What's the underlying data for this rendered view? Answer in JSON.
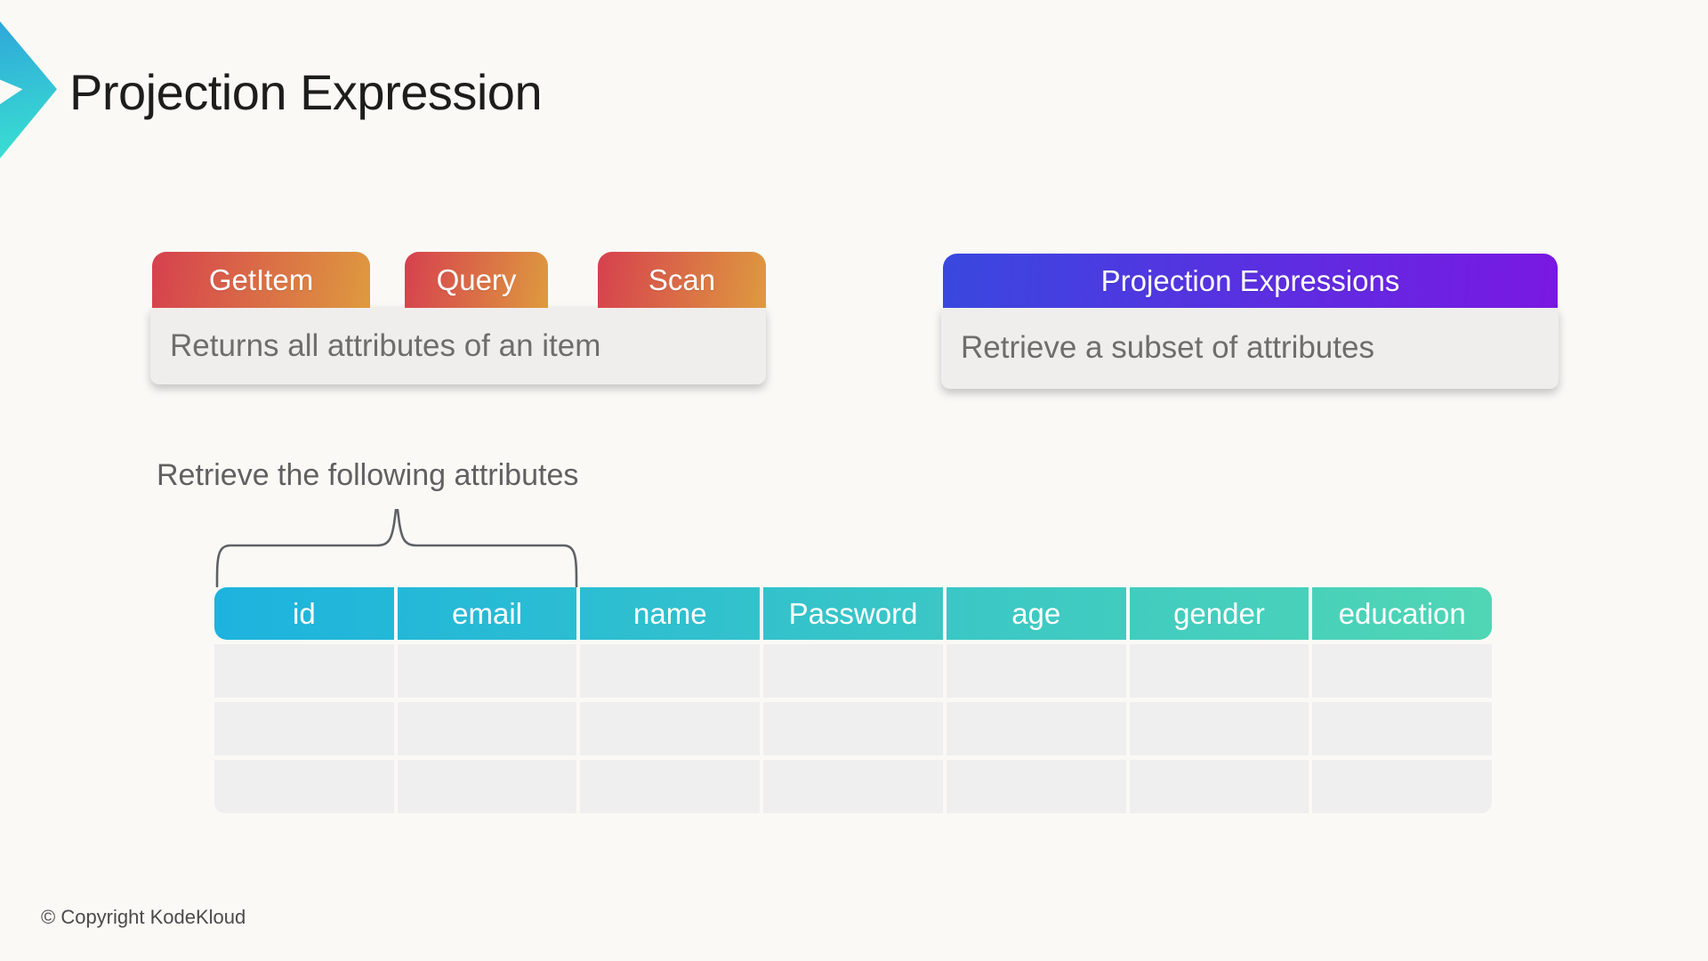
{
  "page": {
    "title": "Projection Expression",
    "footer": "© Copyright KodeKloud"
  },
  "read_operations": {
    "tabs": [
      {
        "label": "GetItem"
      },
      {
        "label": "Query"
      },
      {
        "label": "Scan"
      }
    ],
    "description": "Returns all attributes of an item"
  },
  "projection_expressions": {
    "tab_label": "Projection Expressions",
    "description": "Retrieve a subset of attributes"
  },
  "annotation": {
    "label": "Retrieve the following attributes",
    "brace_span_columns": [
      "id",
      "email"
    ]
  },
  "table": {
    "headers": [
      "id",
      "email",
      "name",
      "Password",
      "age",
      "gender",
      "education"
    ],
    "empty_row_count": 3
  },
  "icons": {
    "brand_chevron": "chevron-right-icon"
  },
  "colors": {
    "background": "#faf9f6",
    "operation_tab_gradient": [
      "#d6404e",
      "#de9a3f"
    ],
    "projection_tab_gradient": [
      "#3948df",
      "#7a18e2"
    ],
    "table_header_gradient": [
      "#1db3de",
      "#50d6b4"
    ],
    "chevron_gradient": [
      "#2fa7d9",
      "#3ae2d2"
    ],
    "card_background": "#efeeec",
    "muted_text": "#6d6d6d",
    "brace_stroke": "#5d6165"
  }
}
